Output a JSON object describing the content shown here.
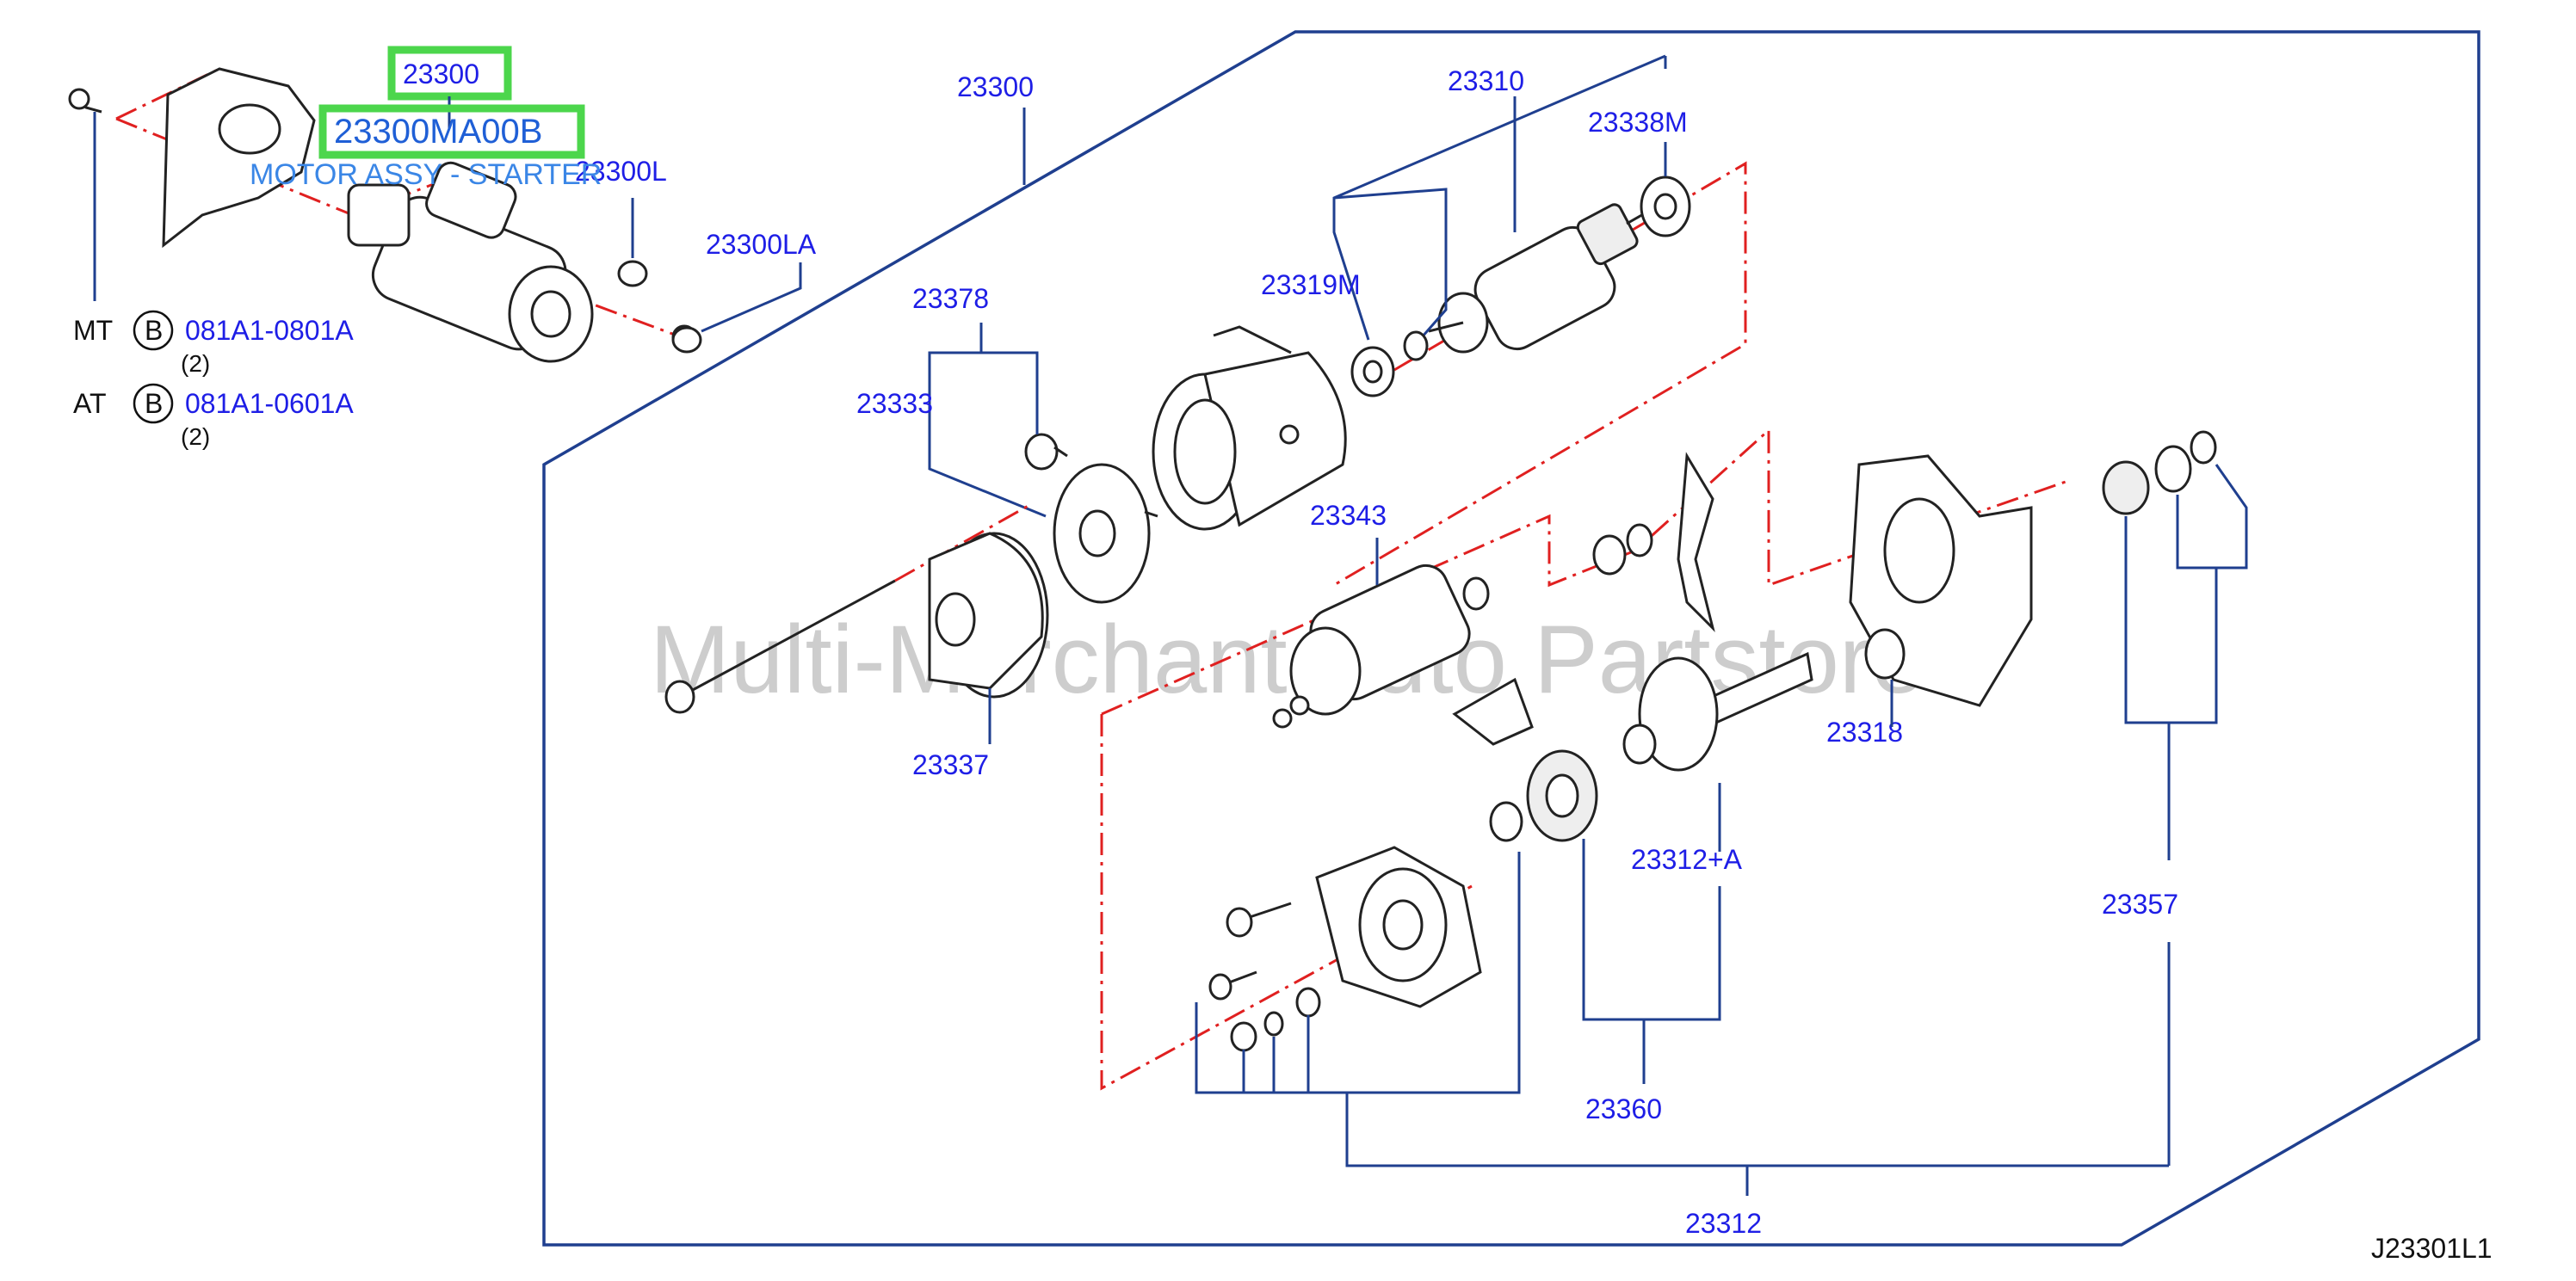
{
  "watermark": "Multi-Merchant Auto Partstore",
  "diagram_id": "J23301L1",
  "selection": {
    "code": "23300",
    "part_number": "23300MA00B",
    "description": "MOTOR ASSY - STARTER"
  },
  "bolt_notes": [
    {
      "trans": "MT",
      "badge": "B",
      "part": "081A1-0801A",
      "qty": "(2)"
    },
    {
      "trans": "AT",
      "badge": "B",
      "part": "081A1-0601A",
      "qty": "(2)"
    }
  ],
  "labels": {
    "l23300": "23300",
    "l23300L": "23300L",
    "l23300LA": "23300LA",
    "l23310": "23310",
    "l23338M": "23338M",
    "l23319M": "23319M",
    "l23378": "23378",
    "l23333": "23333",
    "l23343": "23343",
    "l23337": "23337",
    "l23318": "23318",
    "l23312A": "23312+A",
    "l23357": "23357",
    "l23360": "23360",
    "l23312": "23312"
  },
  "colors": {
    "label": "#1e1ee6",
    "leader": "#1f3f8f",
    "axis": "#e02020",
    "highlight": "#4cd64c"
  }
}
